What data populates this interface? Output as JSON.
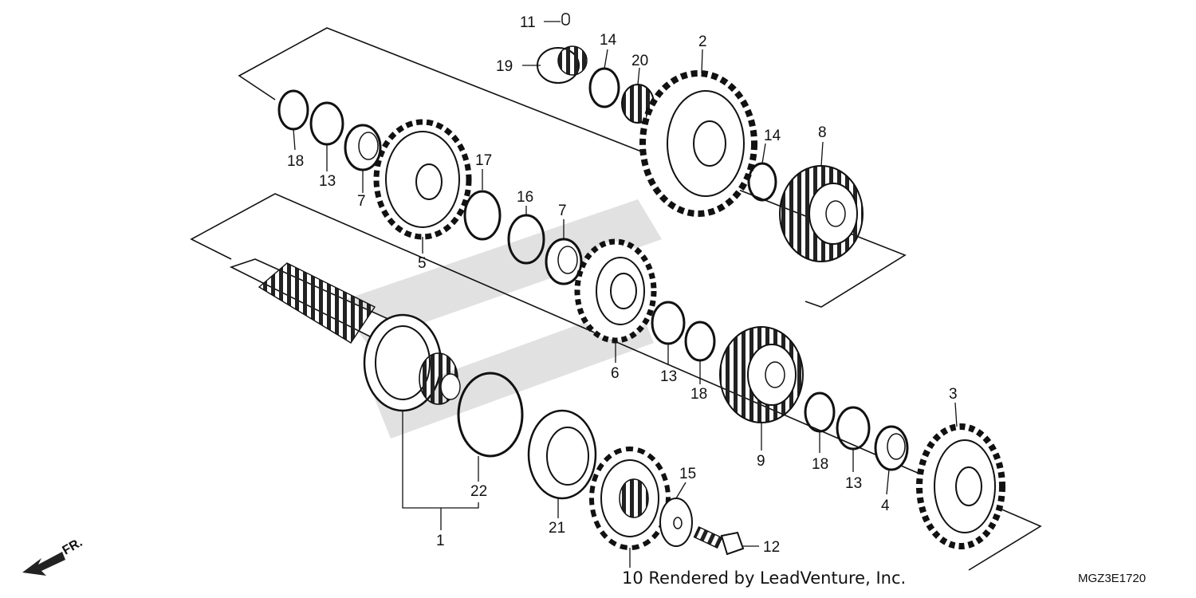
{
  "diagram": {
    "callouts": {
      "c1": "1",
      "c2": "2",
      "c3": "3",
      "c4": "4",
      "c5": "5",
      "c6": "6",
      "c7a": "7",
      "c7b": "7",
      "c8": "8",
      "c9": "9",
      "c11": "11",
      "c12": "12",
      "c13a": "13",
      "c13b": "13",
      "c13c": "13",
      "c14a": "14",
      "c14b": "14",
      "c15": "15",
      "c16": "16",
      "c17": "17",
      "c18a": "18",
      "c18b": "18",
      "c18c": "18",
      "c19": "19",
      "c20": "20",
      "c21": "21",
      "c22": "22"
    },
    "footer": "10 Rendered by LeadVenture, Inc.",
    "code": "MGZ3E1720",
    "front_arrow": "FR."
  }
}
